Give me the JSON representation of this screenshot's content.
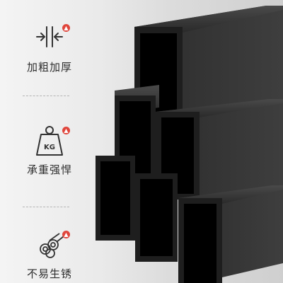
{
  "features": [
    {
      "label": "加粗加厚",
      "icon": "thickness-arrows-icon"
    },
    {
      "label": "承重强悍",
      "icon": "kg-weight-icon",
      "weight_text": "KG"
    },
    {
      "label": "不易生锈",
      "icon": "pipe-bundle-icon"
    }
  ],
  "badge_icon": "arrow-up-icon",
  "colors": {
    "badge": "#e0463c",
    "tube_face": "#1f1f1f",
    "tube_side": "#2b2b2b",
    "background": "#e6e6e6"
  }
}
